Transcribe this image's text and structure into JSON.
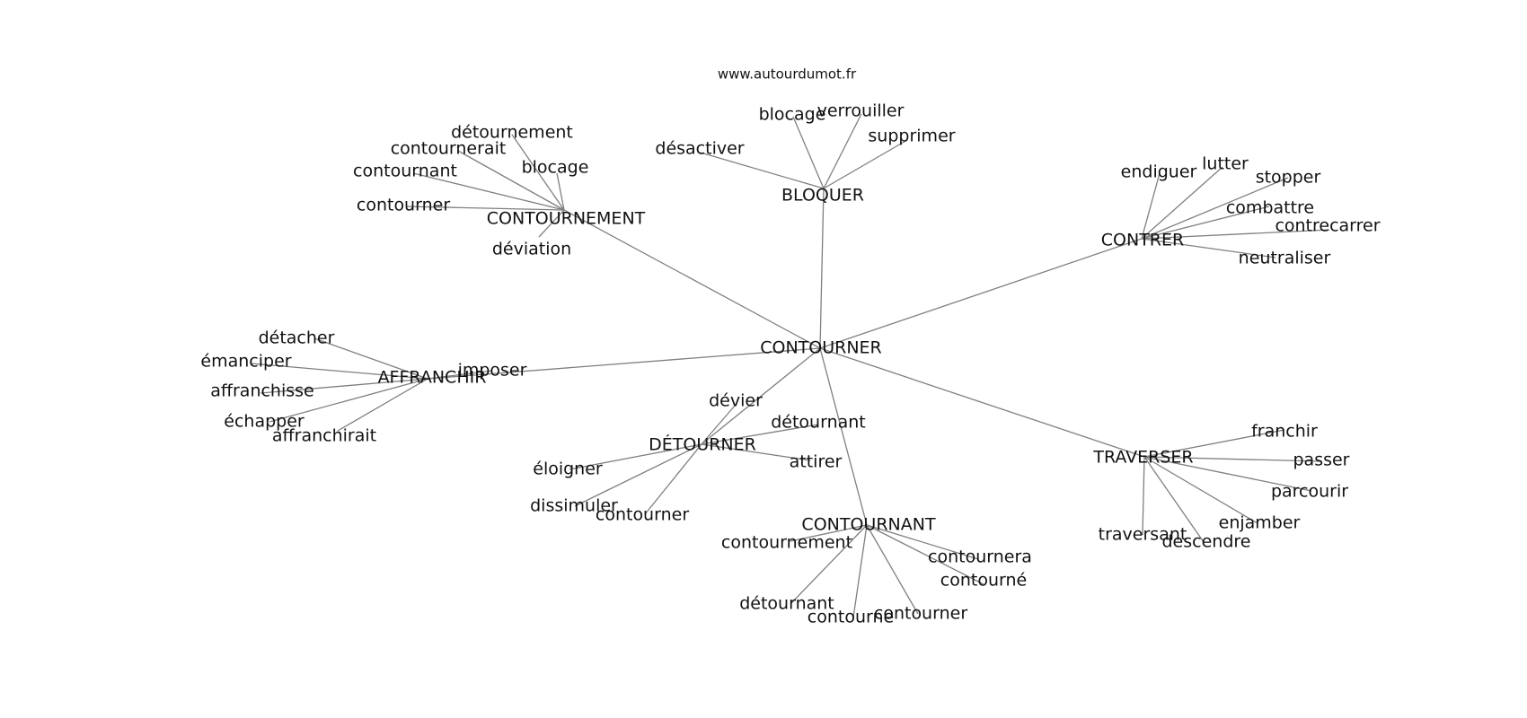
{
  "source_label": "www.autourdumot.fr",
  "graph": {
    "root": "CONTOURNER",
    "hubs": [
      {
        "label": "CONTOURNEMENT",
        "children": [
          "détournement",
          "contournerait",
          "contournant",
          "blocage",
          "contourner",
          "déviation"
        ]
      },
      {
        "label": "BLOQUER",
        "children": [
          "blocage",
          "verrouiller",
          "désactiver",
          "supprimer"
        ]
      },
      {
        "label": "CONTRER",
        "children": [
          "endiguer",
          "lutter",
          "stopper",
          "combattre",
          "contrecarrer",
          "neutraliser"
        ]
      },
      {
        "label": "AFFRANCHIR",
        "children": [
          "détacher",
          "émanciper",
          "affranchisse",
          "échapper",
          "affranchirait",
          "imposer"
        ]
      },
      {
        "label": "DÉTOURNER",
        "children": [
          "dévier",
          "détournant",
          "attirer",
          "éloigner",
          "dissimuler",
          "contourner"
        ]
      },
      {
        "label": "CONTOURNANT",
        "children": [
          "contournement",
          "contournera",
          "contourné",
          "détournant",
          "contourne",
          "contourner"
        ]
      },
      {
        "label": "TRAVERSER",
        "children": [
          "franchir",
          "passer",
          "parcourir",
          "enjamber",
          "traversant",
          "descendre"
        ]
      }
    ]
  }
}
